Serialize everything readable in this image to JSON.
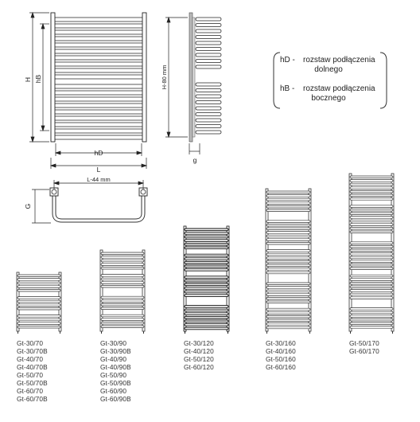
{
  "front_view": {
    "label_H": "H",
    "label_hB": "hB",
    "label_hD": "hD",
    "label_L": "L"
  },
  "side_view": {
    "label_H80": "H-80 mm",
    "label_g": "g"
  },
  "top_view": {
    "label_L44": "L-44 mm",
    "label_G": "G"
  },
  "legend": {
    "hD_key": "hD -",
    "hD_line1": "rozstaw podłączenia",
    "hD_line2": "dolnego",
    "hB_key": "hB -",
    "hB_line1": "rozstaw podłączenia",
    "hB_line2": "bocznego"
  },
  "models": [
    {
      "group": "70",
      "codes": [
        "Gt-30/70",
        "Gt-30/70B",
        "Gt-40/70",
        "Gt-40/70B",
        "Gt-50/70",
        "Gt-50/70B",
        "Gt-60/70",
        "Gt-60/70B"
      ]
    },
    {
      "group": "90",
      "codes": [
        "Gt-30/90",
        "Gt-30/90B",
        "Gt-40/90",
        "Gt-40/90B",
        "Gt-50/90",
        "Gt-50/90B",
        "Gt-60/90",
        "Gt-60/90B"
      ]
    },
    {
      "group": "120",
      "codes": [
        "Gt-30/120",
        "Gt-40/120",
        "Gt-50/120",
        "Gt-60/120"
      ]
    },
    {
      "group": "160",
      "codes": [
        "Gt-30/160",
        "Gt-40/160",
        "Gt-50/160",
        "Gt-60/160"
      ]
    },
    {
      "group": "170",
      "codes": [
        "Gt-50/170",
        "Gt-60/170"
      ]
    }
  ]
}
